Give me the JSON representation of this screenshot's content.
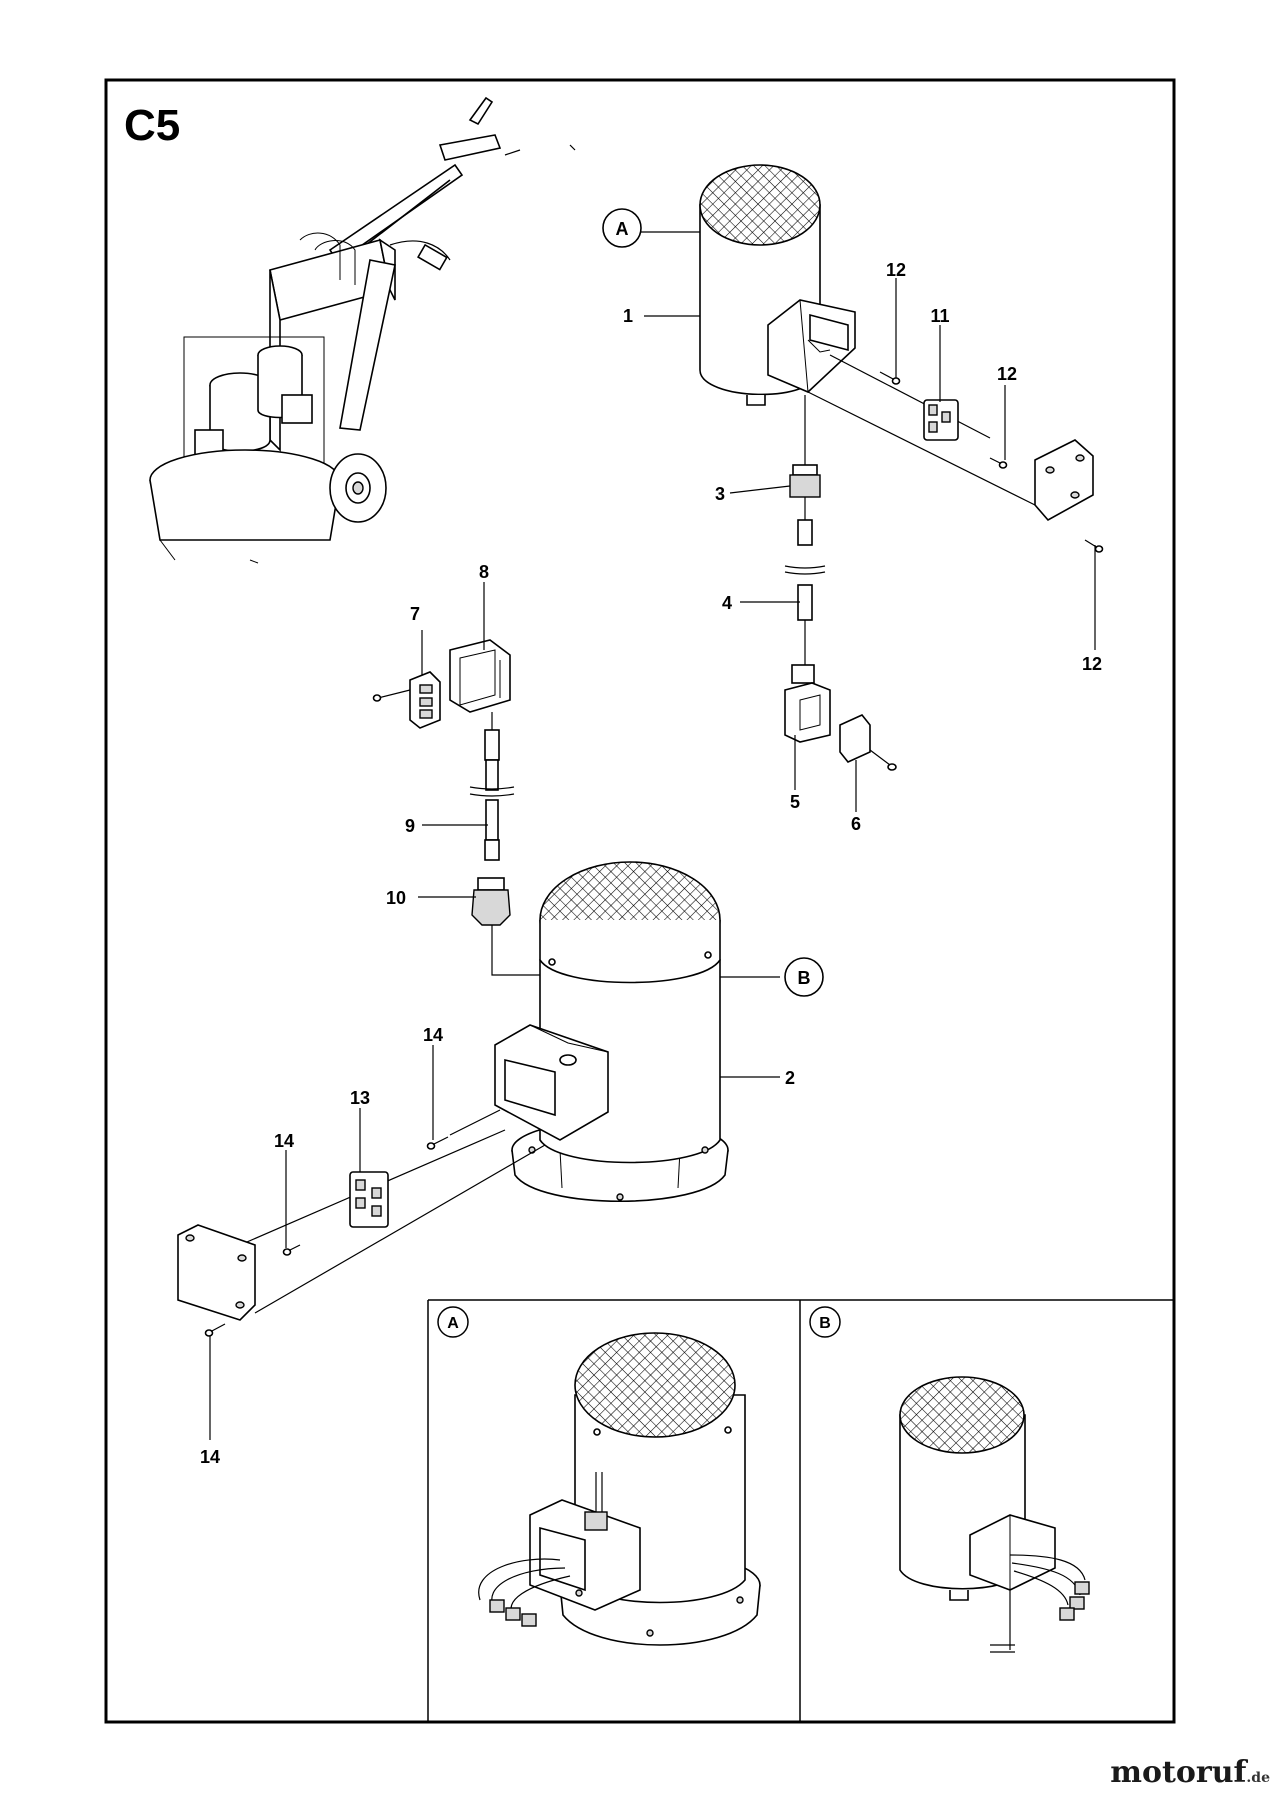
{
  "sheet": {
    "id": "C5"
  },
  "callouts": {
    "A": "A",
    "B": "B"
  },
  "parts": {
    "p1": "1",
    "p2": "2",
    "p3": "3",
    "p4": "4",
    "p5": "5",
    "p6": "6",
    "p7": "7",
    "p8": "8",
    "p9": "9",
    "p10": "10",
    "p11": "11",
    "p12a": "12",
    "p12b": "12",
    "p12c": "12",
    "p13": "13",
    "p14a": "14",
    "p14b": "14",
    "p14c": "14"
  },
  "detail": {
    "a_label": "A",
    "b_label": "B"
  },
  "watermark": {
    "main": "motoruf",
    "tld": ".de"
  }
}
